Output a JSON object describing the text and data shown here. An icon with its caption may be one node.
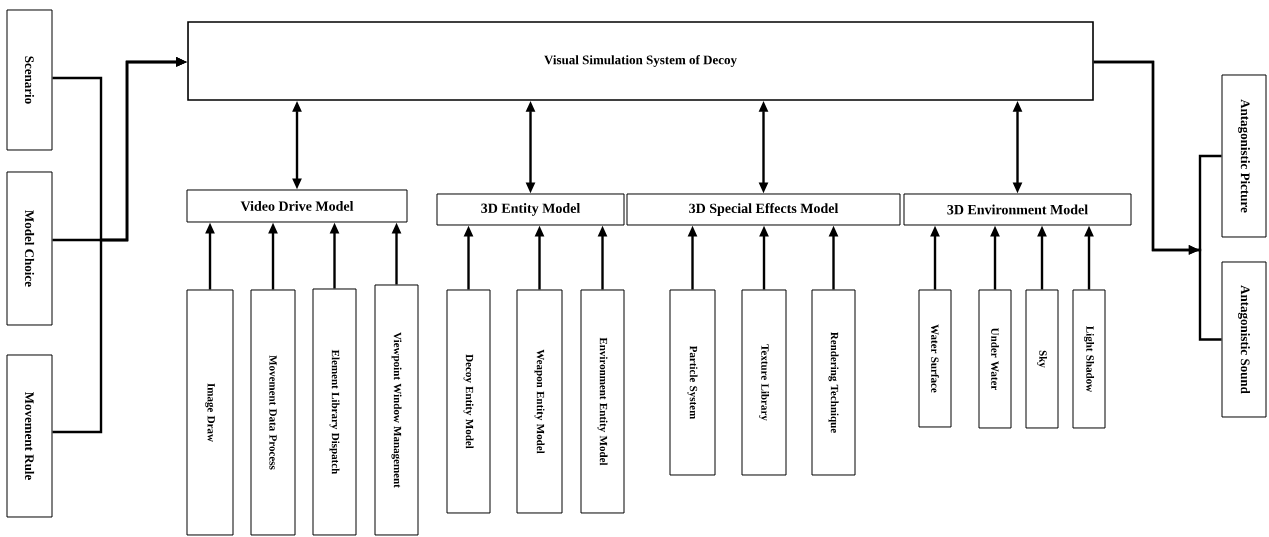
{
  "diagram": {
    "nodes": [
      {
        "text": [
          "Scenario"
        ]
      },
      {
        "text": [
          "Model Choice"
        ]
      },
      {
        "text": [
          "Movement Rule"
        ]
      },
      {
        "text": [
          "Visual Simulation System of Decoy"
        ]
      },
      {
        "text": [
          "Video Drive Model"
        ]
      },
      {
        "text": [
          "3D Entity Model"
        ]
      },
      {
        "text": [
          "3D Special Effects Model"
        ]
      },
      {
        "text": [
          "3D Environment Model"
        ]
      },
      {
        "text": [
          "Image Draw"
        ]
      },
      {
        "text": [
          "Movement Data Process"
        ]
      },
      {
        "text": [
          "Element Library Dispatch"
        ]
      },
      {
        "text": [
          "Viewpoint Window Management"
        ]
      },
      {
        "text": [
          "Decoy Entity Model"
        ]
      },
      {
        "text": [
          "Weapon Entity Model"
        ]
      },
      {
        "text": [
          "Environment Entity Model"
        ]
      },
      {
        "text": [
          "Particle System"
        ]
      },
      {
        "text": [
          "Texture Library"
        ]
      },
      {
        "text": [
          "Rendering Technique"
        ]
      },
      {
        "text": [
          "Water Surface"
        ]
      },
      {
        "text": [
          "Under Water"
        ]
      },
      {
        "text": [
          "Sky"
        ]
      },
      {
        "text": [
          "Light Shadow"
        ]
      },
      {
        "text": [
          "Antagonistic Picture"
        ]
      },
      {
        "text": [
          "Antagonistic Sound"
        ]
      }
    ],
    "edges": [
      {
        "from": 0,
        "to": 3,
        "arrow": "to"
      },
      {
        "from": 1,
        "to": 3,
        "arrow": "to"
      },
      {
        "from": 2,
        "to": 3,
        "arrow": "to"
      },
      {
        "from": 3,
        "to": 22,
        "arrow": "to"
      },
      {
        "from": 3,
        "to": 23,
        "arrow": "to"
      },
      {
        "from": 3,
        "to": 4,
        "arrow": "both"
      },
      {
        "from": 3,
        "to": 5,
        "arrow": "both"
      },
      {
        "from": 3,
        "to": 6,
        "arrow": "both"
      },
      {
        "from": 3,
        "to": 7,
        "arrow": "both"
      },
      {
        "from": 8,
        "to": 4,
        "arrow": "to"
      },
      {
        "from": 9,
        "to": 4,
        "arrow": "to"
      },
      {
        "from": 10,
        "to": 4,
        "arrow": "to"
      },
      {
        "from": 11,
        "to": 4,
        "arrow": "to"
      },
      {
        "from": 12,
        "to": 5,
        "arrow": "to"
      },
      {
        "from": 13,
        "to": 5,
        "arrow": "to"
      },
      {
        "from": 14,
        "to": 5,
        "arrow": "to"
      },
      {
        "from": 15,
        "to": 6,
        "arrow": "to"
      },
      {
        "from": 16,
        "to": 6,
        "arrow": "to"
      },
      {
        "from": 17,
        "to": 6,
        "arrow": "to"
      },
      {
        "from": 18,
        "to": 7,
        "arrow": "to"
      },
      {
        "from": 19,
        "to": 7,
        "arrow": "to"
      },
      {
        "from": 20,
        "to": 7,
        "arrow": "to"
      },
      {
        "from": 21,
        "to": 7,
        "arrow": "to"
      }
    ]
  }
}
